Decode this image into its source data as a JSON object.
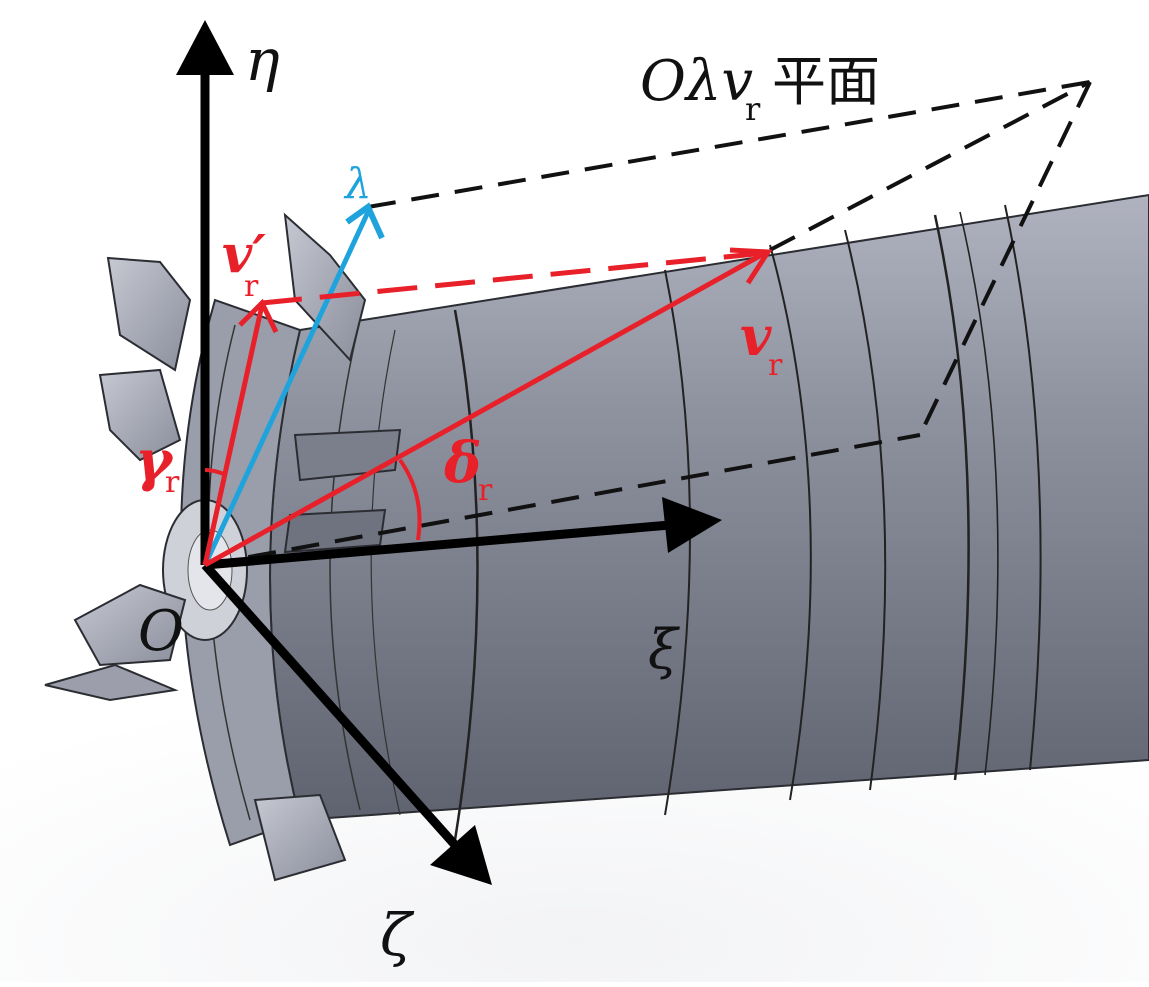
{
  "labels": {
    "eta": "η",
    "xi": "ξ",
    "zeta": "ζ",
    "origin": "O",
    "lambda": "λ",
    "plane_prefix": "Oλv",
    "plane_sub": "r",
    "plane_suffix": "平面",
    "vr_prime_main": "v′",
    "vr_prime_sub": "r",
    "vr_main": "v",
    "vr_sub": "r",
    "gamma_main": "γ",
    "gamma_sub": "r",
    "delta_main": "δ",
    "delta_sub": "r"
  },
  "colors": {
    "axes": "#000000",
    "red_vectors": "#e8202a",
    "lambda_axis": "#1fa3dc",
    "plane_dashes": "#111111",
    "body_fill": "#8a8e9c",
    "body_dark": "#6e7280",
    "body_light": "#b3b6c2"
  }
}
